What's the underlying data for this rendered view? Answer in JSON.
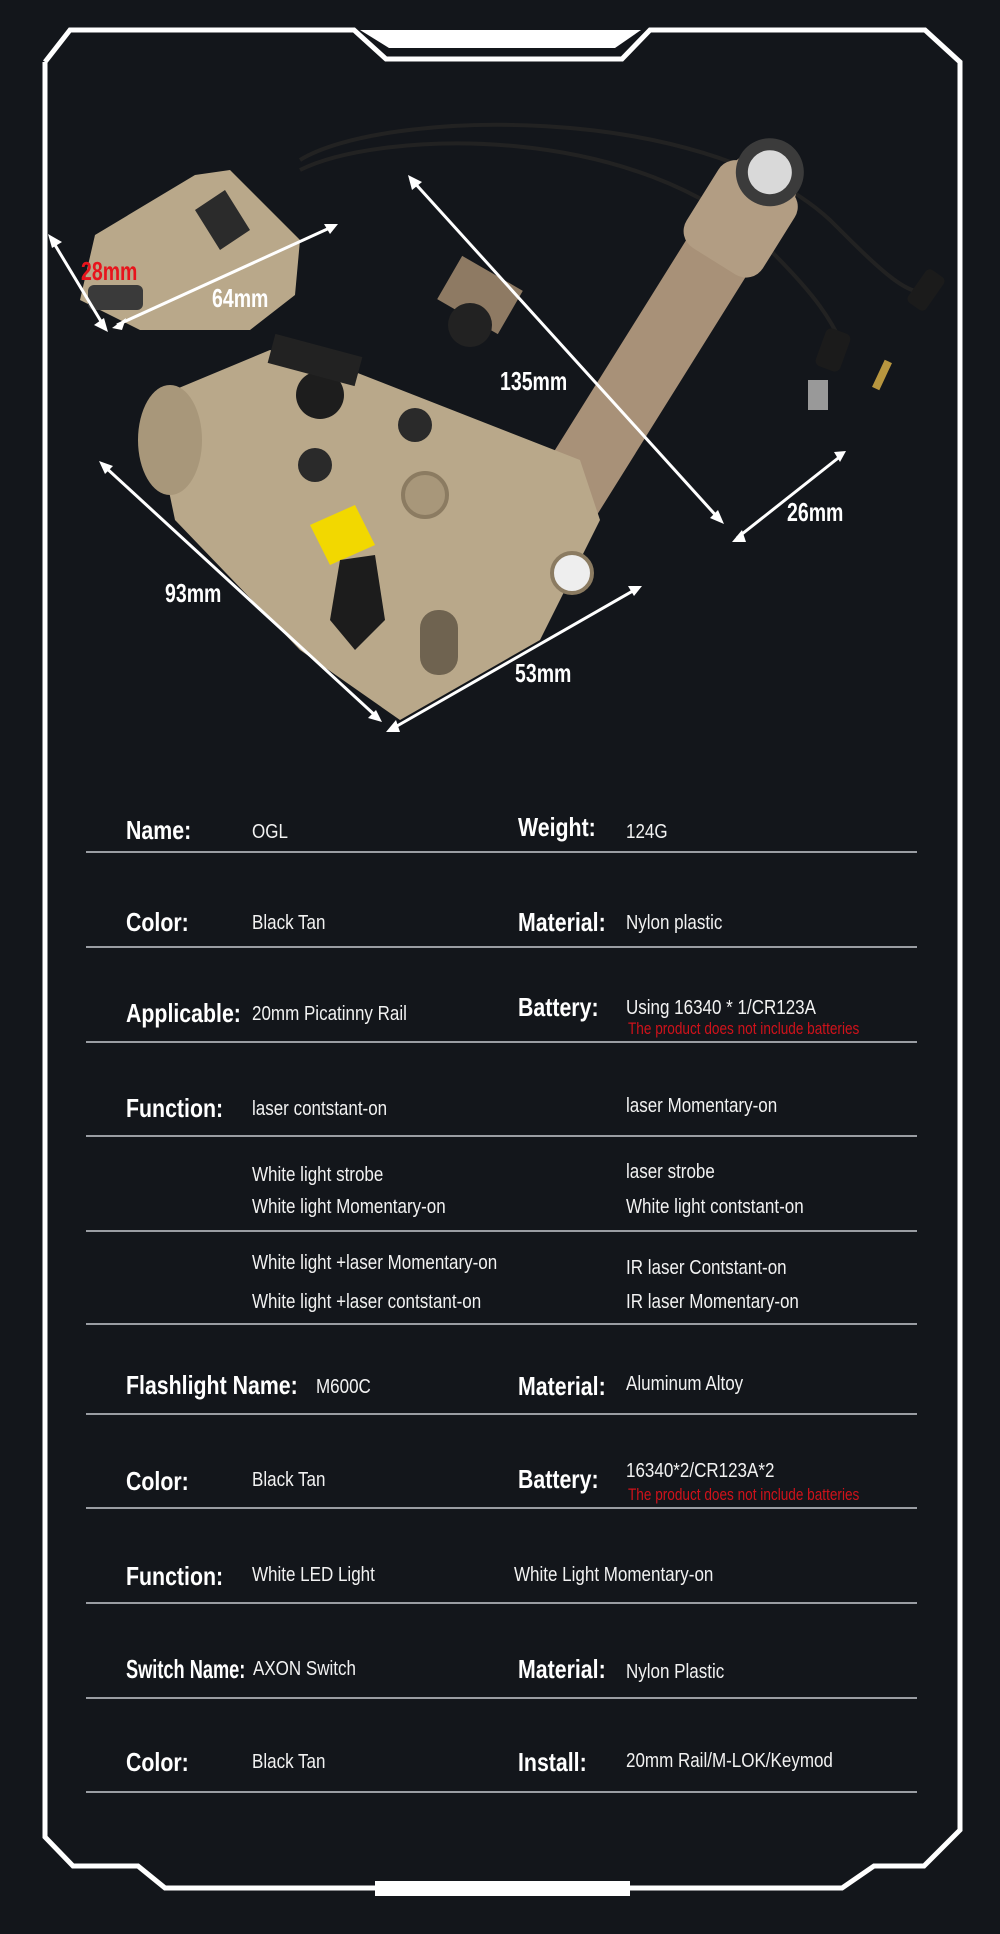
{
  "dimensions": {
    "switch_height": "28mm",
    "switch_length": "64mm",
    "flashlight_length": "135mm",
    "flashlight_diameter": "26mm",
    "ogl_length": "93mm",
    "ogl_width": "53mm"
  },
  "colors": {
    "background": "#13161b",
    "frame": "#ffffff",
    "tan": "#b9a88a",
    "warning": "#d0121b"
  },
  "specs": {
    "row1": {
      "left_label": "Name:",
      "left_value": "OGL",
      "right_label": "Weight:",
      "right_value": "124G"
    },
    "row2": {
      "left_label": "Color:",
      "left_value": "Black Tan",
      "right_label": "Material:",
      "right_value": "Nylon plastic"
    },
    "row3": {
      "left_label": "Applicable:",
      "left_value": "20mm Picatinny Rail",
      "right_label": "Battery:",
      "right_value": "Using 16340 * 1/CR123A",
      "note": "The product does not include batteries"
    },
    "row4": {
      "left_label": "Function:",
      "left_value": "laser contstant-on",
      "right_value": "laser Momentary-on"
    },
    "row5": {
      "left_value_1": "White light strobe",
      "left_value_2": "White light Momentary-on",
      "right_value_1": "laser strobe",
      "right_value_2": "White light contstant-on"
    },
    "row6": {
      "left_value_1": "White light +laser Momentary-on",
      "left_value_2": "White light +laser contstant-on",
      "right_value_1": "IR laser Contstant-on",
      "right_value_2": "IR laser Momentary-on"
    },
    "row7": {
      "left_label": "Flashlight Name:",
      "left_value": "M600C",
      "right_label": "Material:",
      "right_value": "Aluminum Altoy"
    },
    "row8": {
      "left_label": "Color:",
      "left_value": "Black Tan",
      "right_label": "Battery:",
      "right_value": "16340*2/CR123A*2",
      "note": "The product does not include batteries"
    },
    "row9": {
      "left_label": "Function:",
      "left_value": "White LED Light",
      "right_value": "White Light Momentary-on"
    },
    "row10": {
      "left_label": "Switch Name:",
      "left_value": "AXON Switch",
      "right_label": "Material:",
      "right_value": "Nylon Plastic"
    },
    "row11": {
      "left_label": "Color:",
      "left_value": "Black Tan",
      "right_label": "Install:",
      "right_value": "20mm Rail/M-LOK/Keymod"
    }
  }
}
